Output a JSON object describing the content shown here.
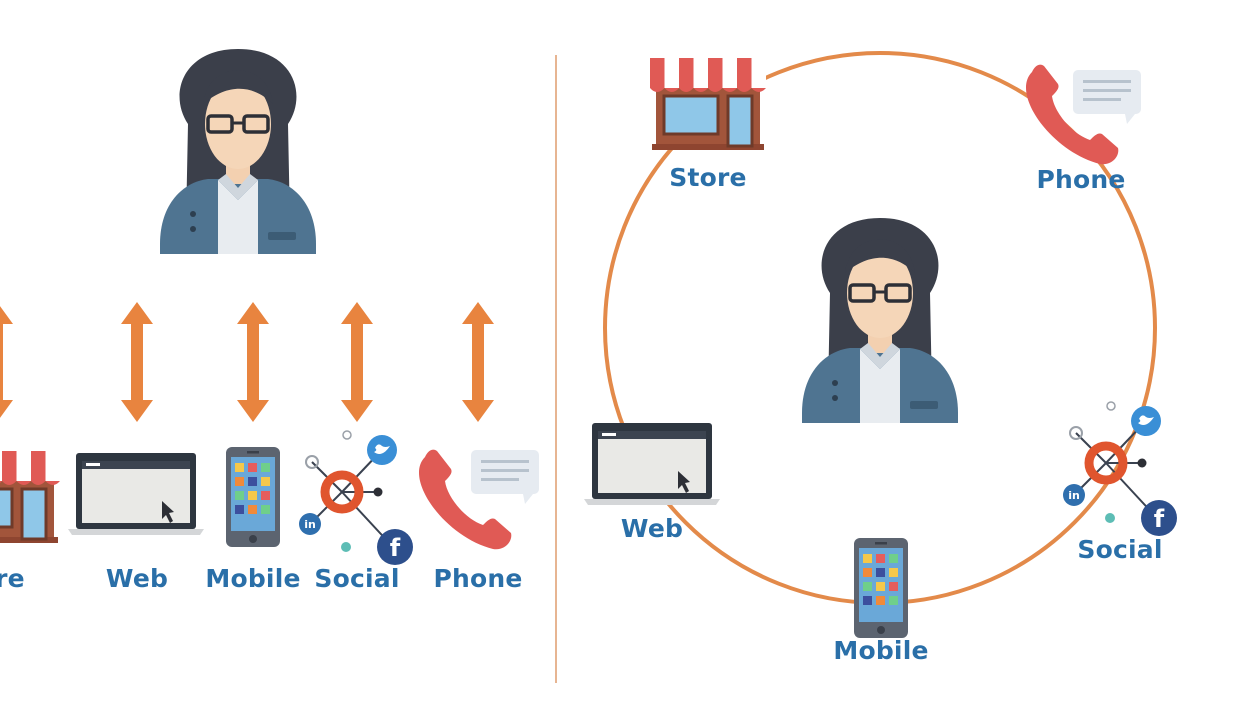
{
  "left_panel": {
    "labels": {
      "store": "re",
      "web": "Web",
      "mobile": "Mobile",
      "social": "Social",
      "phone": "Phone"
    }
  },
  "right_panel": {
    "labels": {
      "store": "Store",
      "phone": "Phone",
      "web": "Web",
      "mobile": "Mobile",
      "social": "Social"
    }
  },
  "colors": {
    "arrow": "#e8843f",
    "circle": "#e38a4a",
    "label": "#2a6fa8",
    "person_jacket": "#4f7491",
    "person_hair": "#3b3f4a",
    "store_awning": "#e05a55",
    "phone_handset": "#e05a55",
    "social_hub": "#e0552e",
    "twitter": "#3a8fd6",
    "facebook": "#2d4f8c",
    "linkedin": "#2f6fae"
  },
  "icons": {
    "person": "person-icon",
    "store": "store-icon",
    "web": "laptop-icon",
    "mobile": "smartphone-icon",
    "social": "social-network-icon",
    "phone": "phone-icon",
    "chat": "chat-bubble-icon",
    "arrow": "double-arrow-icon"
  }
}
